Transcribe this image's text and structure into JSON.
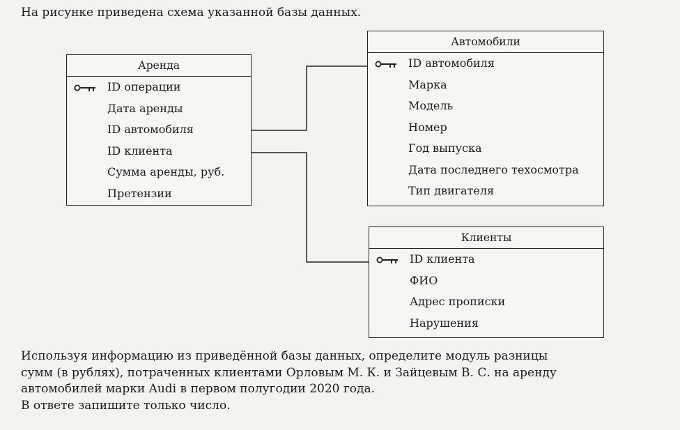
{
  "intro": "На рисунке приведена схема указанной базы данных.",
  "tables": {
    "arenda": {
      "title": "Аренда",
      "fields": [
        {
          "label": "ID операции",
          "key": true
        },
        {
          "label": "Дата аренды",
          "key": false
        },
        {
          "label": "ID автомобиля",
          "key": false
        },
        {
          "label": "ID клиента",
          "key": false
        },
        {
          "label": "Сумма аренды, руб.",
          "key": false
        },
        {
          "label": "Претензии",
          "key": false
        }
      ]
    },
    "avto": {
      "title": "Автомобили",
      "fields": [
        {
          "label": "ID автомобиля",
          "key": true
        },
        {
          "label": "Марка",
          "key": false
        },
        {
          "label": "Модель",
          "key": false
        },
        {
          "label": "Номер",
          "key": false
        },
        {
          "label": "Год выпуска",
          "key": false
        },
        {
          "label": "Дата последнего техосмотра",
          "key": false
        },
        {
          "label": "Тип двигателя",
          "key": false
        }
      ]
    },
    "klienty": {
      "title": "Клиенты",
      "fields": [
        {
          "label": "ID клиента",
          "key": true
        },
        {
          "label": "ФИО",
          "key": false
        },
        {
          "label": "Адрес прописки",
          "key": false
        },
        {
          "label": "Нарушения",
          "key": false
        }
      ]
    }
  },
  "icons": {
    "primary_key": "key-icon"
  },
  "colors": {
    "line": "#222222",
    "background": "#f4f3ef"
  },
  "question": {
    "line1": "Используя информацию из приведённой базы данных, определите модуль разницы",
    "line2": "сумм (в рублях), потраченных клиентами Орловым М. К. и Зайцевым В. С. на аренду",
    "line3": "автомобилей марки Audi в первом полугодии 2020 года.",
    "line4": "В ответе запишите только число."
  }
}
